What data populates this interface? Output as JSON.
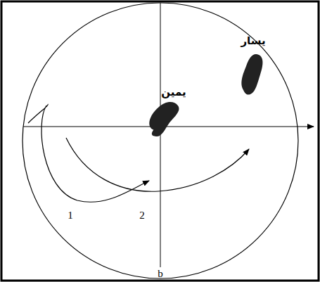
{
  "diagram": {
    "labels": [
      "يمين",
      "يسار",
      "1",
      "2",
      "b"
    ]
  }
}
